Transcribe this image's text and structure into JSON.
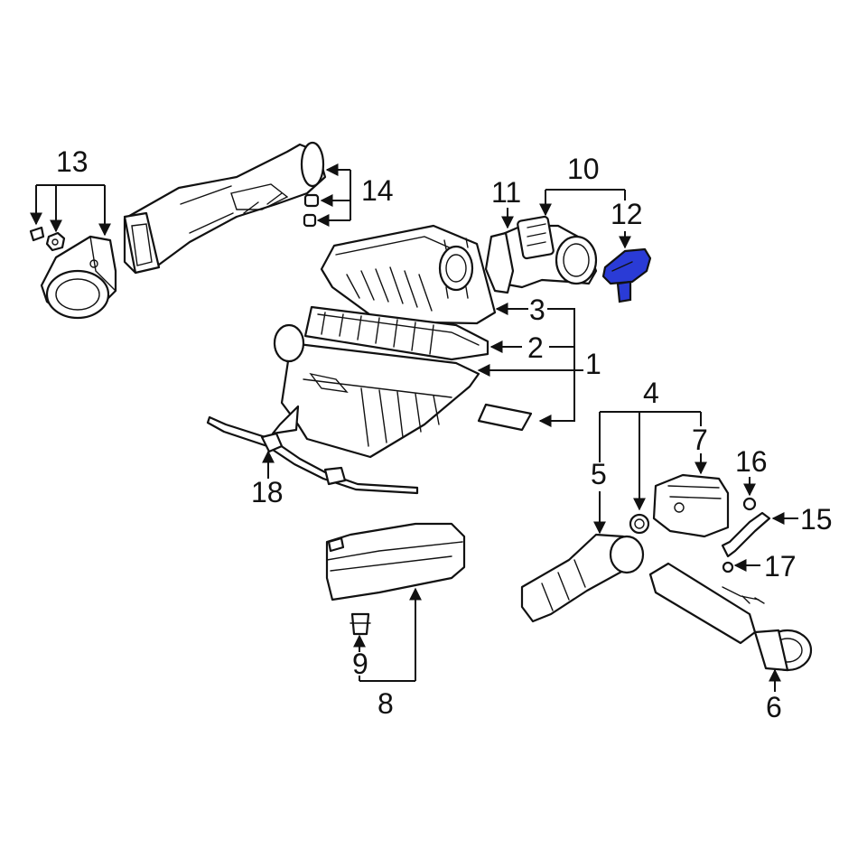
{
  "colors": {
    "line": "#111111",
    "highlight": "#2a3bd6",
    "background": "#ffffff"
  },
  "callouts": {
    "c1": "1",
    "c2": "2",
    "c3": "3",
    "c4": "4",
    "c5": "5",
    "c6": "6",
    "c7": "7",
    "c8": "8",
    "c9": "9",
    "c10": "10",
    "c11": "11",
    "c12": "12",
    "c13": "13",
    "c14": "14",
    "c15": "15",
    "c16": "16",
    "c17": "17",
    "c18": "18"
  }
}
